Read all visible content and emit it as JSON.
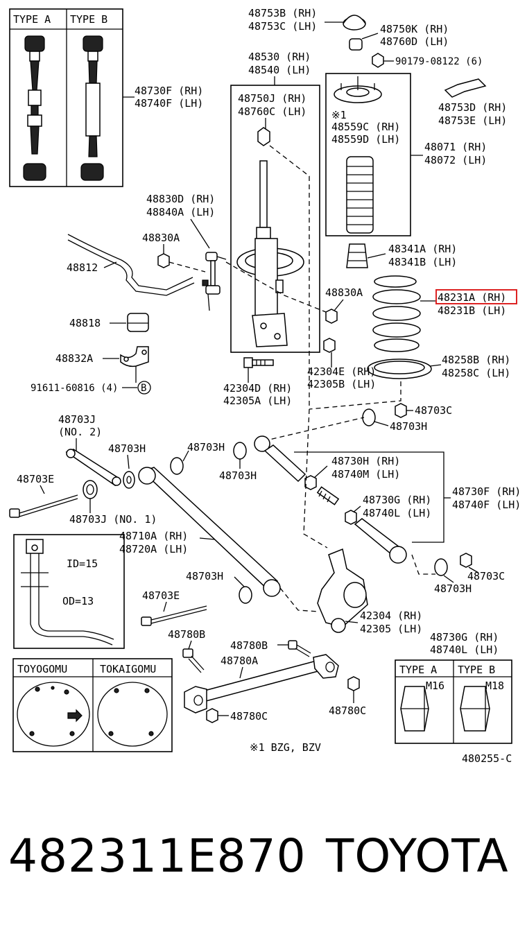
{
  "box_type_ab": {
    "type_a": "TYPE A",
    "type_b": "TYPE B"
  },
  "labels": {
    "l48753b": "48753B (RH)",
    "l48753c": "48753C (LH)",
    "l48750k": "48750K (RH)",
    "l48760d": "48760D (LH)",
    "l90179": "90179-08122 (6)",
    "l48530": "48530 (RH)",
    "l48540": "48540 (LH)",
    "l48750j": "48750J (RH)",
    "l48760c": "48760C (LH)",
    "note1_mark": "※1",
    "l48559c": "48559C (RH)",
    "l48559d": "48559D (LH)",
    "l48753d": "48753D (RH)",
    "l48753e": "48753E (LH)",
    "l48071": "48071 (RH)",
    "l48072": "48072 (LH)",
    "l48730f_top": "48730F (RH)",
    "l48740f_top": "48740F (LH)",
    "l48830d": "48830D (RH)",
    "l48840a": "48840A (LH)",
    "l48830a_1": "48830A",
    "l48812": "48812",
    "l48341a": "48341A (RH)",
    "l48341b": "48341B (LH)",
    "l48830a_2": "48830A",
    "l48231a": "48231A (RH)",
    "l48231b": "48231B (LH)",
    "l48818": "48818",
    "l48832a": "48832A",
    "l91611": "91611-60816 (4)",
    "b_circle": "B",
    "l42304e": "42304E (RH)",
    "l42305b": "42305B (LH)",
    "l42304d": "42304D (RH)",
    "l42305a": "42305A (LH)",
    "l48258b": "48258B (RH)",
    "l48258c": "48258C (LH)",
    "l48703c_1": "48703C",
    "l48703h_1": "48703H",
    "l48703j2": "48703J",
    "l48703j2_no": "(NO. 2)",
    "l48703h_2": "48703H",
    "l48703h_3": "48703H",
    "l48703h_4": "48703H",
    "l48703e_1": "48703E",
    "l48730h": "48730H (RH)",
    "l48740m": "48740M (LH)",
    "l48730f_mid": "48730F (RH)",
    "l48740f_mid": "48740F (LH)",
    "l48730g_mid": "48730G (RH)",
    "l48740l_mid": "48740L (LH)",
    "l48703j1": "48703J (NO. 1)",
    "l48710a": "48710A (RH)",
    "l48720a": "48720A (LH)",
    "l48703h_5": "48703H",
    "l48703c_2": "48703C",
    "l48703h_6": "48703H",
    "l48703e_2": "48703E",
    "l42304": "42304 (RH)",
    "l42305": "42305 (LH)",
    "l48730g_bot": "48730G (RH)",
    "l48740l_bot": "48740L (LH)",
    "l48780b_1": "48780B",
    "l48780b_2": "48780B",
    "l48780a": "48780A",
    "l48780c_1": "48780C",
    "l48780c_2": "48780C",
    "id_label": "ID=15",
    "od_label": "OD=13",
    "toyogomu": "TOYOGOMU",
    "tokaigomu": "TOKAIGOMU",
    "type_a_br": "TYPE A",
    "type_b_br": "TYPE B",
    "m16": "M16",
    "m18": "M18",
    "note1": "※1 BZG, BZV",
    "code": "480255-C"
  },
  "footer": {
    "part_number": "482311E870",
    "brand": "TOYOTA"
  },
  "colors": {
    "highlight": "#d22222",
    "ink": "#000000",
    "paper": "#ffffff"
  },
  "highlighted_part": "48231A (RH)"
}
